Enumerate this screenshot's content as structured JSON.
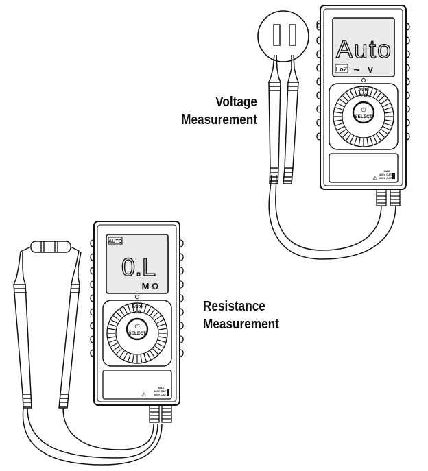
{
  "voltage_meter": {
    "caption_line1": "Voltage",
    "caption_line2": "Measurement",
    "display_main": "Auto",
    "display_mode": "LoZ",
    "display_ac": "~",
    "display_unit": "V",
    "dial_label_top": "Auto",
    "dial_label_sub": "V-Ω",
    "power_symbol": "⏻",
    "select_label": "SELECT",
    "rating_max": "MAX",
    "rating_line1": "400V CAT",
    "rating_line2": "300V CAT"
  },
  "resistance_meter": {
    "caption_line1": "Resistance",
    "caption_line2": "Measurement",
    "display_badge": "AUTO",
    "display_main": "0.L",
    "display_unit": "M Ω",
    "dial_label_top": "Auto",
    "dial_label_sub": "V-Ω",
    "power_symbol": "⏻",
    "select_label": "SELECT",
    "rating_max": "MAX",
    "rating_line1": "400V CAT",
    "rating_line2": "300V CAT"
  },
  "colors": {
    "line": "#111111",
    "lcd": "#e9e9e9",
    "background": "#ffffff"
  }
}
